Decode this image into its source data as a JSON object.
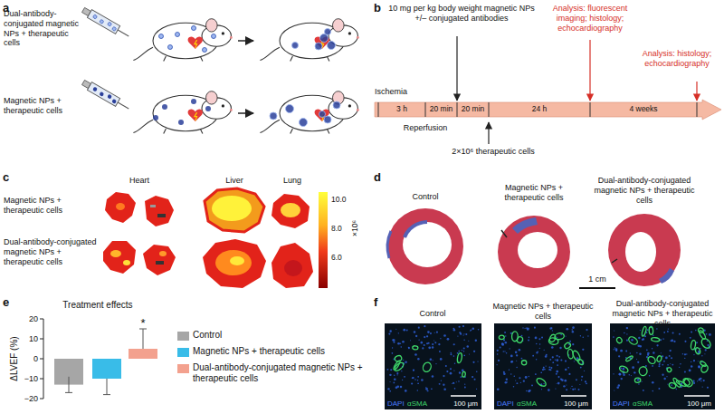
{
  "diagram": {
    "nodes": [
      {
        "text": [
          "3 h",
          "20 min",
          "20 min",
          "24 h",
          "4 weeks"
        ]
      }
    ],
    "labels": [
      "a",
      "Dual-antibody-conjugated magnetic NPs + therapeutic cells",
      "Magnetic NPs + therapeutic cells",
      "b",
      "10 mg per kg body weight magnetic NPs +/– conjugated antibodies",
      "Analysis: fluorescent imaging; histology; echocardiography",
      "Ischemia",
      "Reperfusion",
      "2×10⁶ therapeutic cells",
      "Analysis: histology; echocardiography",
      "c",
      "Heart",
      "Liver",
      "Lung",
      "Magnetic NPs + therapeutic cells",
      "Dual-antibody-conjugated magnetic NPs + therapeutic cells",
      "10.0",
      "8.0",
      "6.0",
      "×10⁶",
      "d",
      "Control",
      "Magnetic NPs + therapeutic cells",
      "Dual-antibody-conjugated magnetic NPs + therapeutic cells",
      "1 cm",
      "e",
      "Treatment effects",
      "ΔLVEF (%)",
      "20",
      "10",
      "0",
      "−10",
      "−20",
      "*",
      "f",
      "Control",
      "Magnetic NPs + therapeutic cells",
      "Dual-antibody-conjugated magnetic NPs + therapeutic cells",
      "DAPI",
      "αSMA",
      "100 μm",
      "DAPI",
      "αSMA",
      "100 μm",
      "DAPI",
      "αSMA",
      "100 μm"
    ],
    "legend": [
      {
        "text": "Control",
        "color": "#a6a6a6"
      },
      {
        "text": "Magnetic NPs + therapeutic cells",
        "color": "#39bce8"
      },
      {
        "text": "Dual-antibody-conjugated magnetic NPs + therapeutic cells",
        "color": "#f3a18e"
      }
    ]
  }
}
